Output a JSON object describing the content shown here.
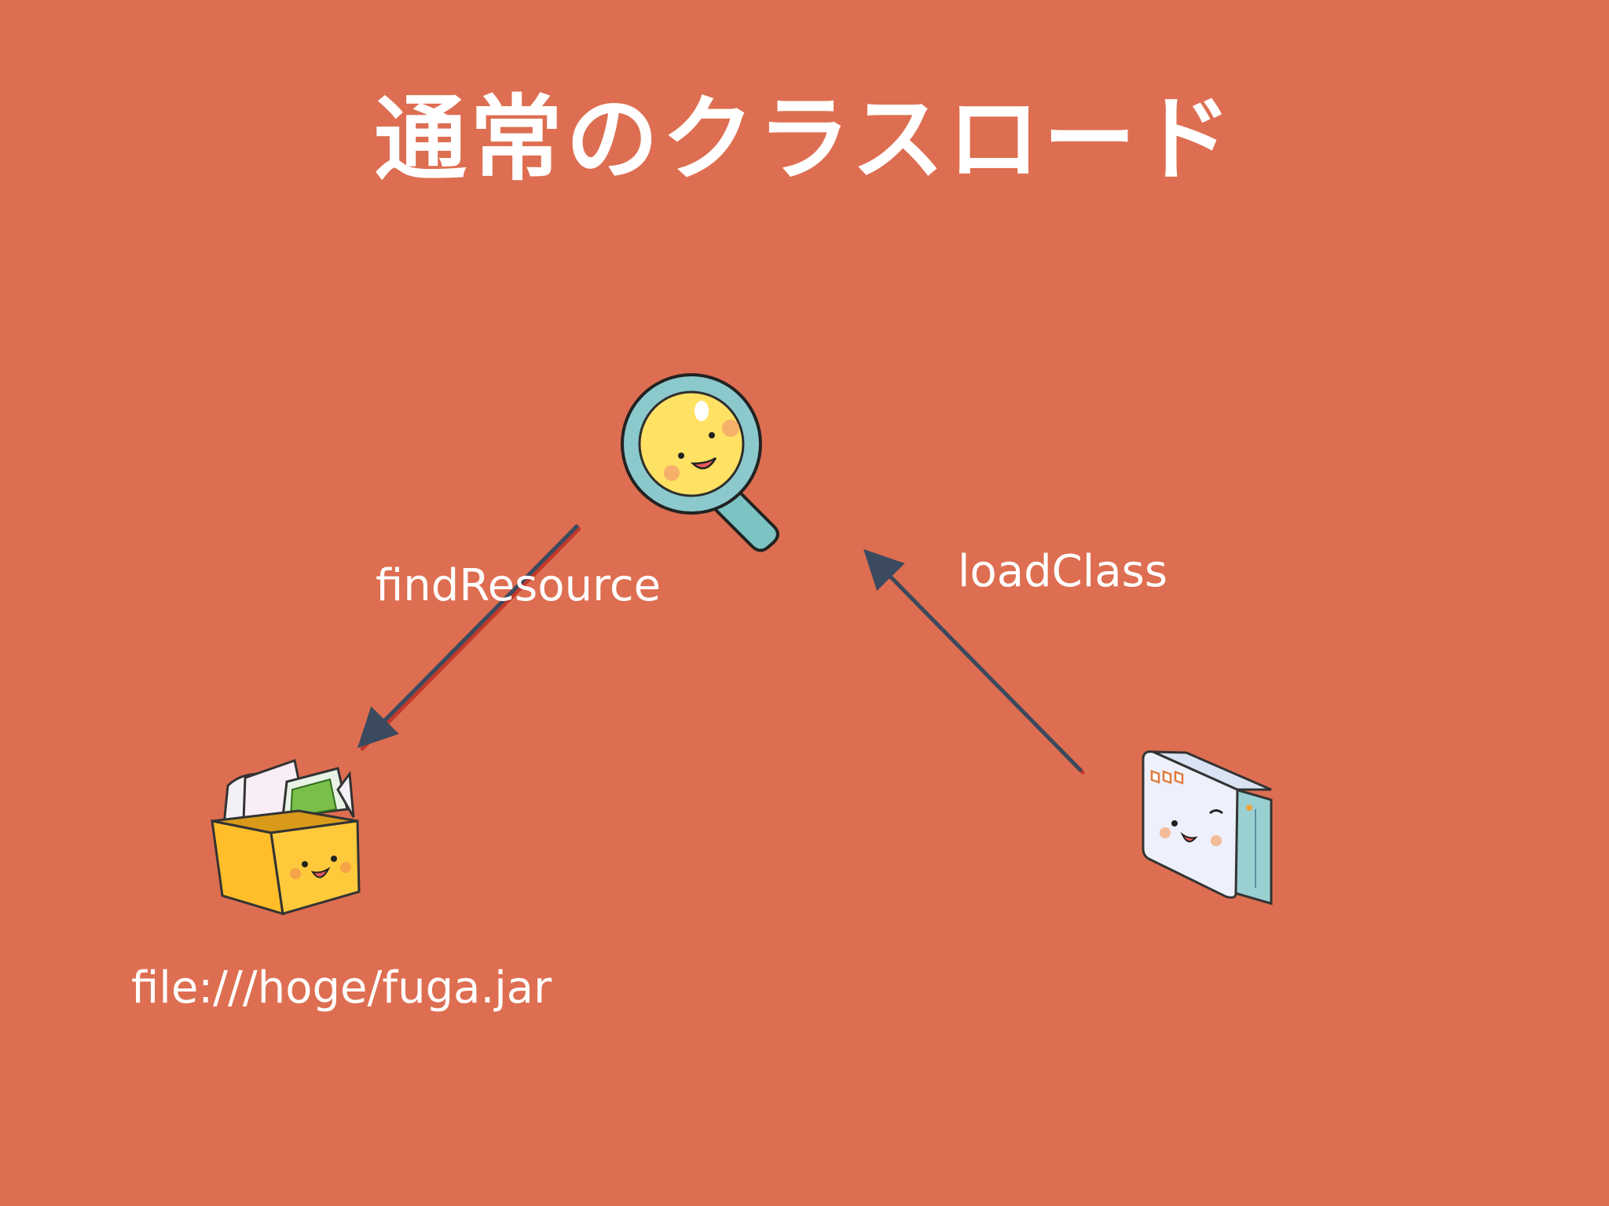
{
  "slide": {
    "title": "通常のクラスロード",
    "background": "#de6e51",
    "text_color": "#ffffff",
    "arrow_color": "#3b4a5e"
  },
  "nodes": {
    "search": {
      "icon": "magnifier-face-icon"
    },
    "jar": {
      "icon": "folder-box-icon",
      "caption": "file:///hoge/fuga.jar"
    },
    "caller": {
      "icon": "window-face-icon"
    }
  },
  "edges": {
    "find_resource": {
      "label": "findResource",
      "from": "search",
      "to": "jar"
    },
    "load_class": {
      "label": "loadClass",
      "from": "caller",
      "to": "search"
    }
  }
}
